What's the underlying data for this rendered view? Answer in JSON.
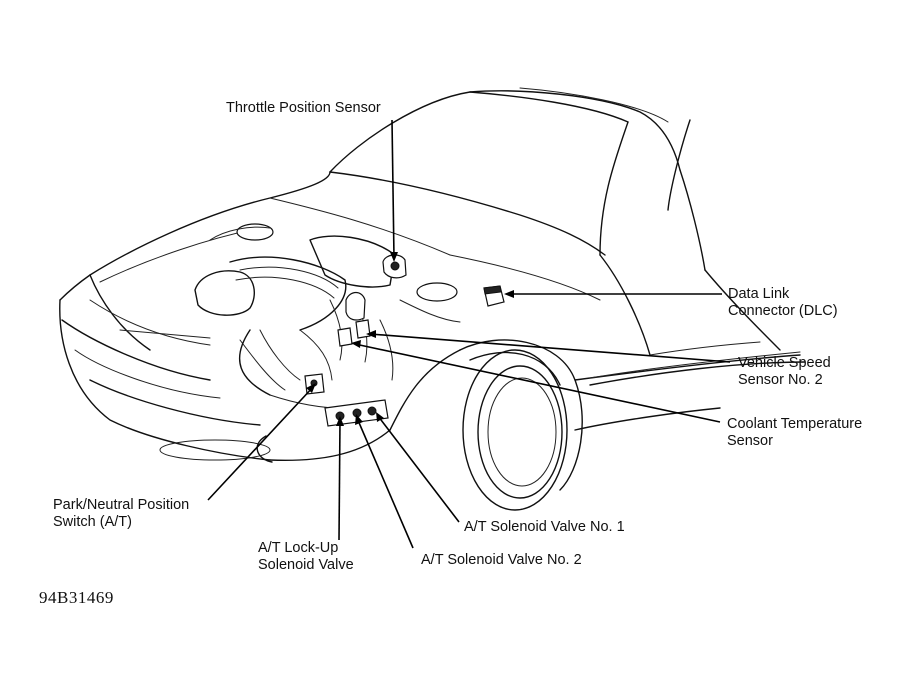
{
  "labels": {
    "throttle_position_sensor": "Throttle Position Sensor",
    "data_link_connector_line1": "Data Link",
    "data_link_connector_line2": "Connector (DLC)",
    "vehicle_speed_sensor_line1": "Vehicle Speed",
    "vehicle_speed_sensor_line2": "Sensor No. 2",
    "coolant_temperature_sensor_line1": "Coolant Temperature",
    "coolant_temperature_sensor_line2": "Sensor",
    "park_neutral_switch_line1": "Park/Neutral Position",
    "park_neutral_switch_line2": "Switch (A/T)",
    "at_solenoid_valve_1": "A/T Solenoid Valve No. 1",
    "at_lockup_solenoid_line1": "A/T Lock-Up",
    "at_lockup_solenoid_line2": "Solenoid Valve",
    "at_solenoid_valve_2": "A/T Solenoid Valve No. 2"
  },
  "figure_code": "94B31469"
}
